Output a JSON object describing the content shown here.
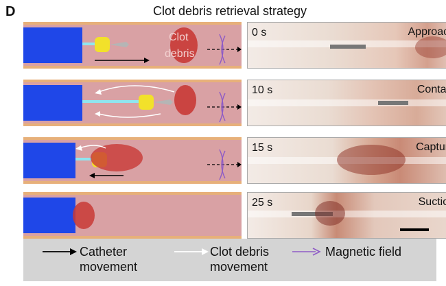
{
  "panel_letter": "D",
  "title": "Clot debris retrieval strategy",
  "schematic_labels": {
    "clot": "Clot",
    "debris": "debris"
  },
  "rows": [
    {
      "time": "0 s",
      "stage": "Approach"
    },
    {
      "time": "10 s",
      "stage": "Contact"
    },
    {
      "time": "15 s",
      "stage": "Capture"
    },
    {
      "time": "25 s",
      "stage": "Suction"
    }
  ],
  "legend": [
    {
      "line1": "Catheter",
      "line2": "movement",
      "color": "#000000"
    },
    {
      "line1": "Clot debris",
      "line2": "movement",
      "color": "#ffffff"
    },
    {
      "line1": "Magnetic field",
      "line2": "",
      "color": "#8e5bc6"
    }
  ],
  "colors": {
    "vessel_wall": "#e7b07a",
    "vessel_lumen": "#d9a1a4",
    "catheter": "#1f47e8",
    "magnet": "#f2e12a",
    "clot": "#c83a36",
    "field": "#8e5bc6"
  }
}
